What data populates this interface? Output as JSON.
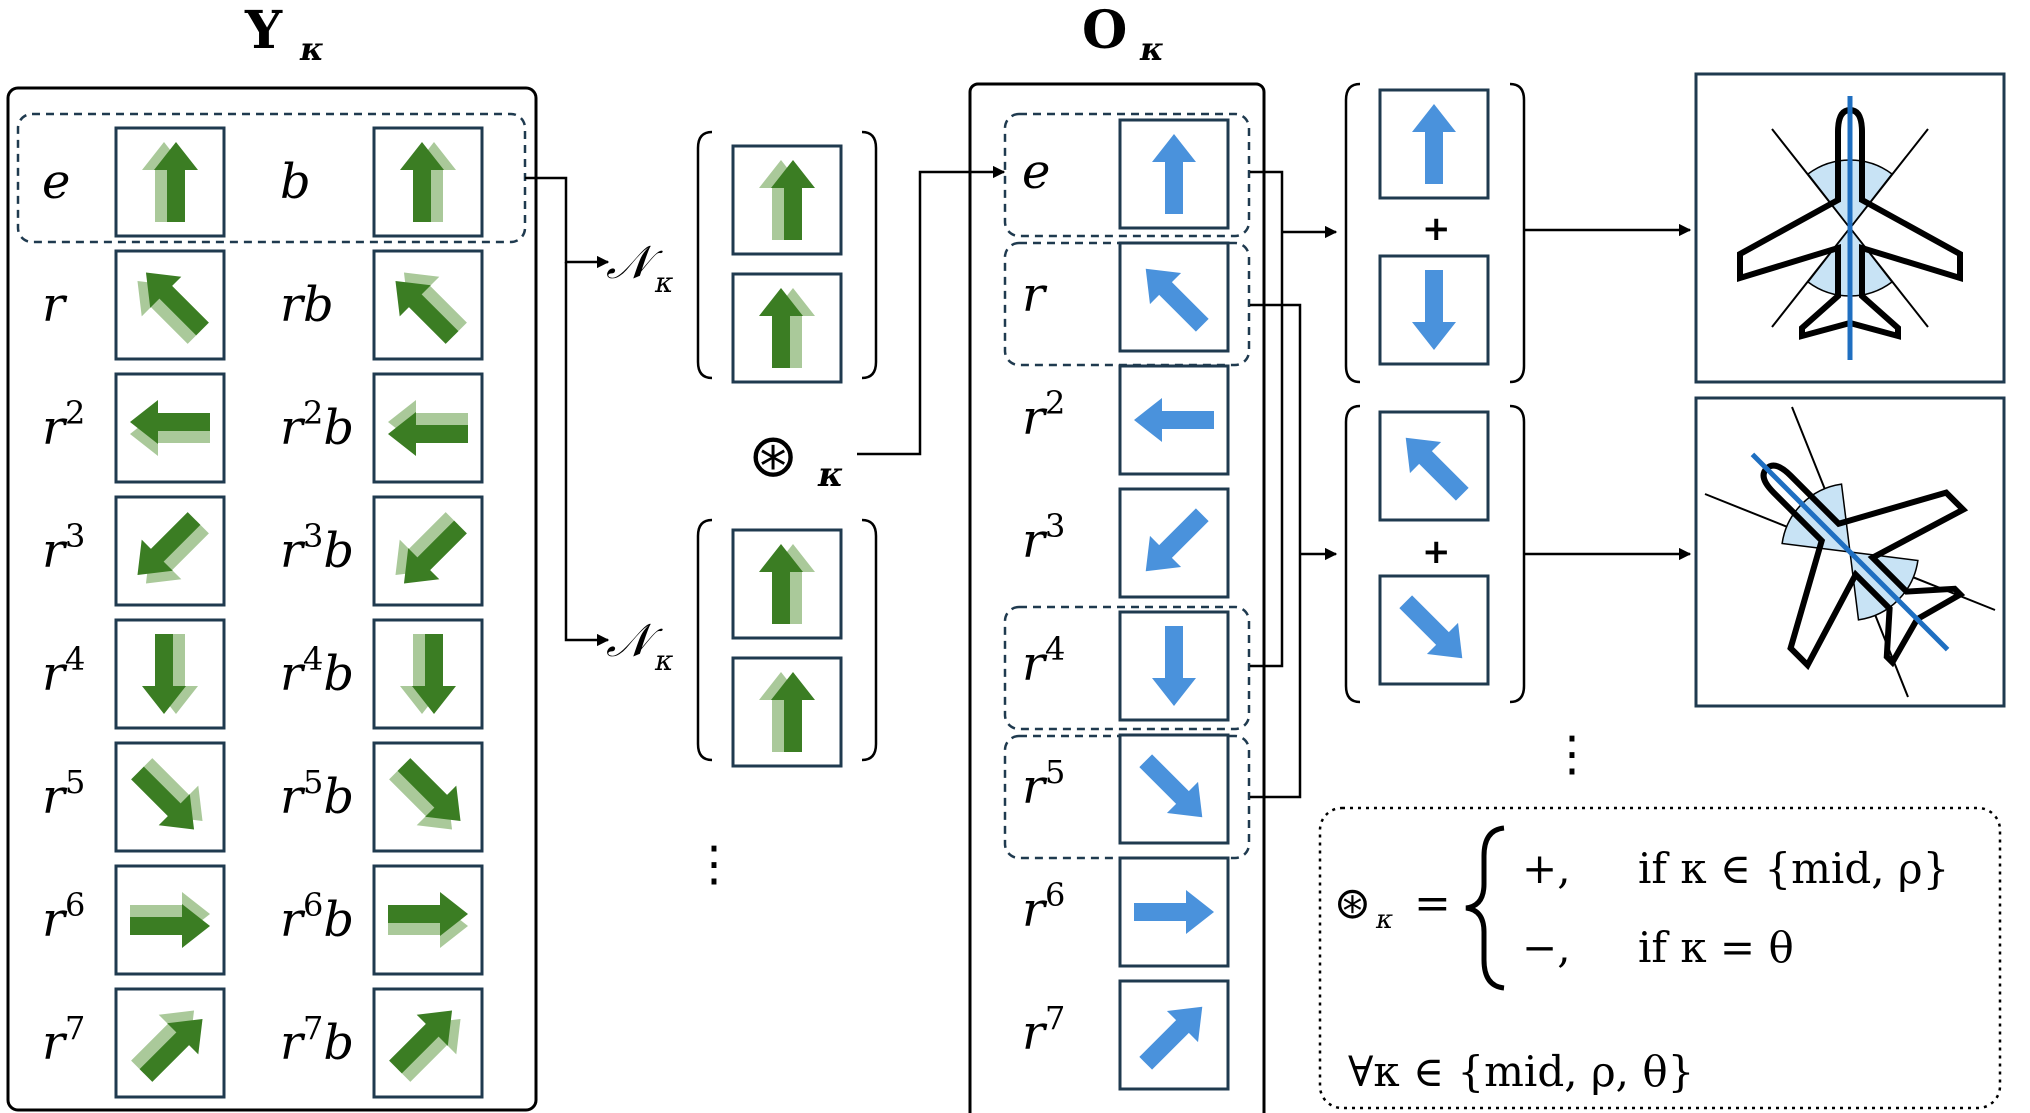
{
  "titles": {
    "y_base": "Y",
    "o_base": "O",
    "kappa": "κ"
  },
  "y_panel": {
    "rows": [
      {
        "left_base": "e",
        "left_exp": "",
        "right_base": "b",
        "right_exp": "",
        "right_suffix": ""
      },
      {
        "left_base": "r",
        "left_exp": "",
        "right_base": "rb",
        "right_exp": "",
        "right_suffix": ""
      },
      {
        "left_base": "r",
        "left_exp": "2",
        "right_base": "r",
        "right_exp": "2",
        "right_suffix": "b"
      },
      {
        "left_base": "r",
        "left_exp": "3",
        "right_base": "r",
        "right_exp": "3",
        "right_suffix": "b"
      },
      {
        "left_base": "r",
        "left_exp": "4",
        "right_base": "r",
        "right_exp": "4",
        "right_suffix": "b"
      },
      {
        "left_base": "r",
        "left_exp": "5",
        "right_base": "r",
        "right_exp": "5",
        "right_suffix": "b"
      },
      {
        "left_base": "r",
        "left_exp": "6",
        "right_base": "r",
        "right_exp": "6",
        "right_suffix": "b"
      },
      {
        "left_base": "r",
        "left_exp": "7",
        "right_base": "r",
        "right_exp": "7",
        "right_suffix": "b"
      }
    ]
  },
  "o_panel": {
    "rows": [
      {
        "base": "e",
        "exp": ""
      },
      {
        "base": "r",
        "exp": ""
      },
      {
        "base": "r",
        "exp": "2"
      },
      {
        "base": "r",
        "exp": "3"
      },
      {
        "base": "r",
        "exp": "4"
      },
      {
        "base": "r",
        "exp": "5"
      },
      {
        "base": "r",
        "exp": "6"
      },
      {
        "base": "r",
        "exp": "7"
      }
    ]
  },
  "neighborhood": {
    "symbol": "𝒩",
    "sub": "κ"
  },
  "operator": {
    "symbol": "⊛",
    "sub": "κ"
  },
  "plus_sign": "+",
  "ellipsis": "⋮",
  "definition": {
    "lhs_symbol": "⊛",
    "lhs_sub": "κ",
    "equals": "=",
    "case1_sign": "+,",
    "case1_cond": "if κ ∈ {mid, ρ}",
    "case2_sign": "−,",
    "case2_cond": "if κ = θ",
    "forall": "∀κ ∈ {mid, ρ, θ}"
  },
  "colors": {
    "green_dark": "#3b7d23",
    "green_light": "#aac99a",
    "blue_arrow": "#4a92dc",
    "blue_axis": "#1f6fc1",
    "blue_wedge": "#c8e3f5",
    "box_stroke": "#1f3a4f",
    "dashed_stroke": "#1f3a4f"
  }
}
